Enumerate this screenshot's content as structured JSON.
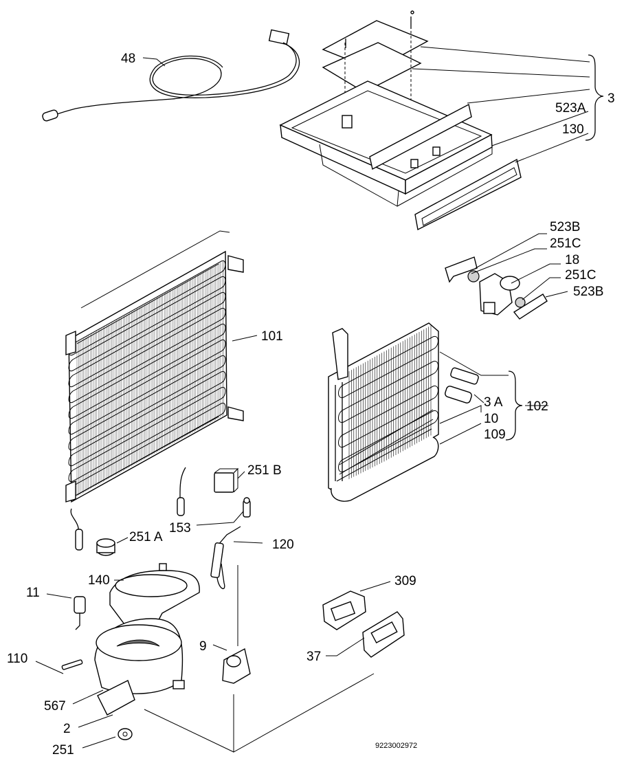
{
  "diagram": {
    "callouts": [
      {
        "id": "48",
        "text": "48"
      },
      {
        "id": "3",
        "text": "3"
      },
      {
        "id": "523A",
        "text": "523A"
      },
      {
        "id": "130",
        "text": "130"
      },
      {
        "id": "523B_top",
        "text": "523B"
      },
      {
        "id": "251C_top",
        "text": "251C"
      },
      {
        "id": "18",
        "text": "18"
      },
      {
        "id": "251C_bottom",
        "text": "251C"
      },
      {
        "id": "523B_bottom",
        "text": "523B"
      },
      {
        "id": "101",
        "text": "101"
      },
      {
        "id": "102",
        "text": "102"
      },
      {
        "id": "3A",
        "text": "3 A"
      },
      {
        "id": "10",
        "text": "10"
      },
      {
        "id": "109",
        "text": "109"
      },
      {
        "id": "251B",
        "text": "251 B"
      },
      {
        "id": "153",
        "text": "153"
      },
      {
        "id": "251A",
        "text": "251 A"
      },
      {
        "id": "120",
        "text": "120"
      },
      {
        "id": "140",
        "text": "140"
      },
      {
        "id": "11",
        "text": "11"
      },
      {
        "id": "309",
        "text": "309"
      },
      {
        "id": "9",
        "text": "9"
      },
      {
        "id": "37",
        "text": "37"
      },
      {
        "id": "110",
        "text": "110"
      },
      {
        "id": "567",
        "text": "567"
      },
      {
        "id": "2",
        "text": "2"
      },
      {
        "id": "251",
        "text": "251"
      }
    ],
    "drawing_number": "9223002972"
  }
}
